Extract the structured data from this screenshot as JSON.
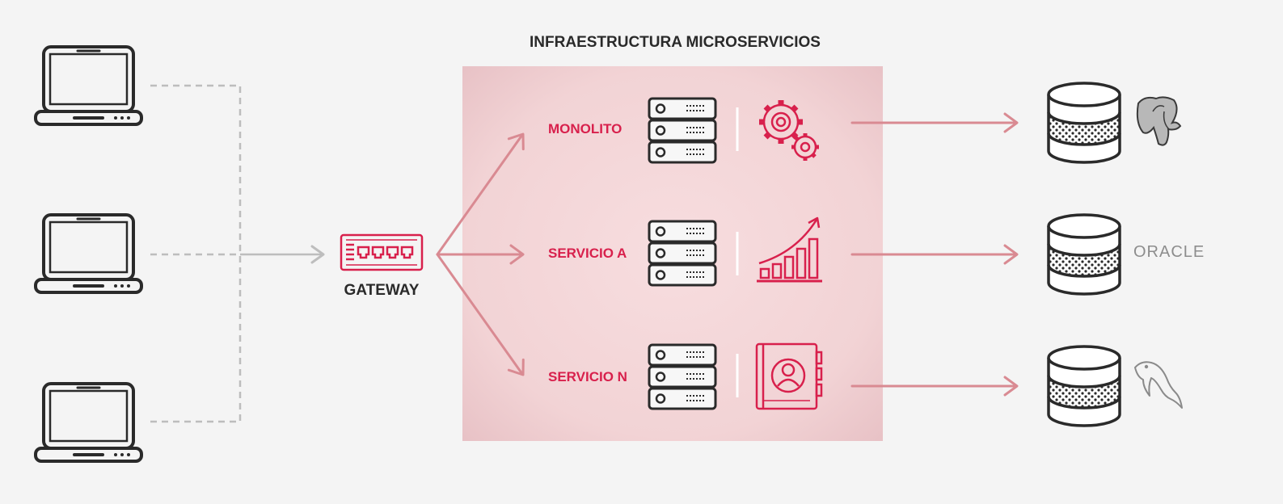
{
  "title": "INFRAESTRUCTURA MICROSERVICIOS",
  "gateway": {
    "label": "GATEWAY"
  },
  "services": [
    {
      "label": "MONOLITO",
      "icon": "gears-icon"
    },
    {
      "label": "SERVICIO A",
      "icon": "growth-chart-icon"
    },
    {
      "label": "SERVICIO N",
      "icon": "contact-book-icon"
    }
  ],
  "databases": [
    {
      "logo": "postgresql-elephant-icon",
      "text": ""
    },
    {
      "logo": "oracle-logo",
      "text": "ORACLE"
    },
    {
      "logo": "mysql-dolphin-icon",
      "text": ""
    }
  ],
  "colors": {
    "accent": "#d8204c",
    "panel": "#f0cfd2",
    "arrow": "#d98a92",
    "client_line": "#bdbdbd",
    "dark": "#2a2a2a"
  }
}
